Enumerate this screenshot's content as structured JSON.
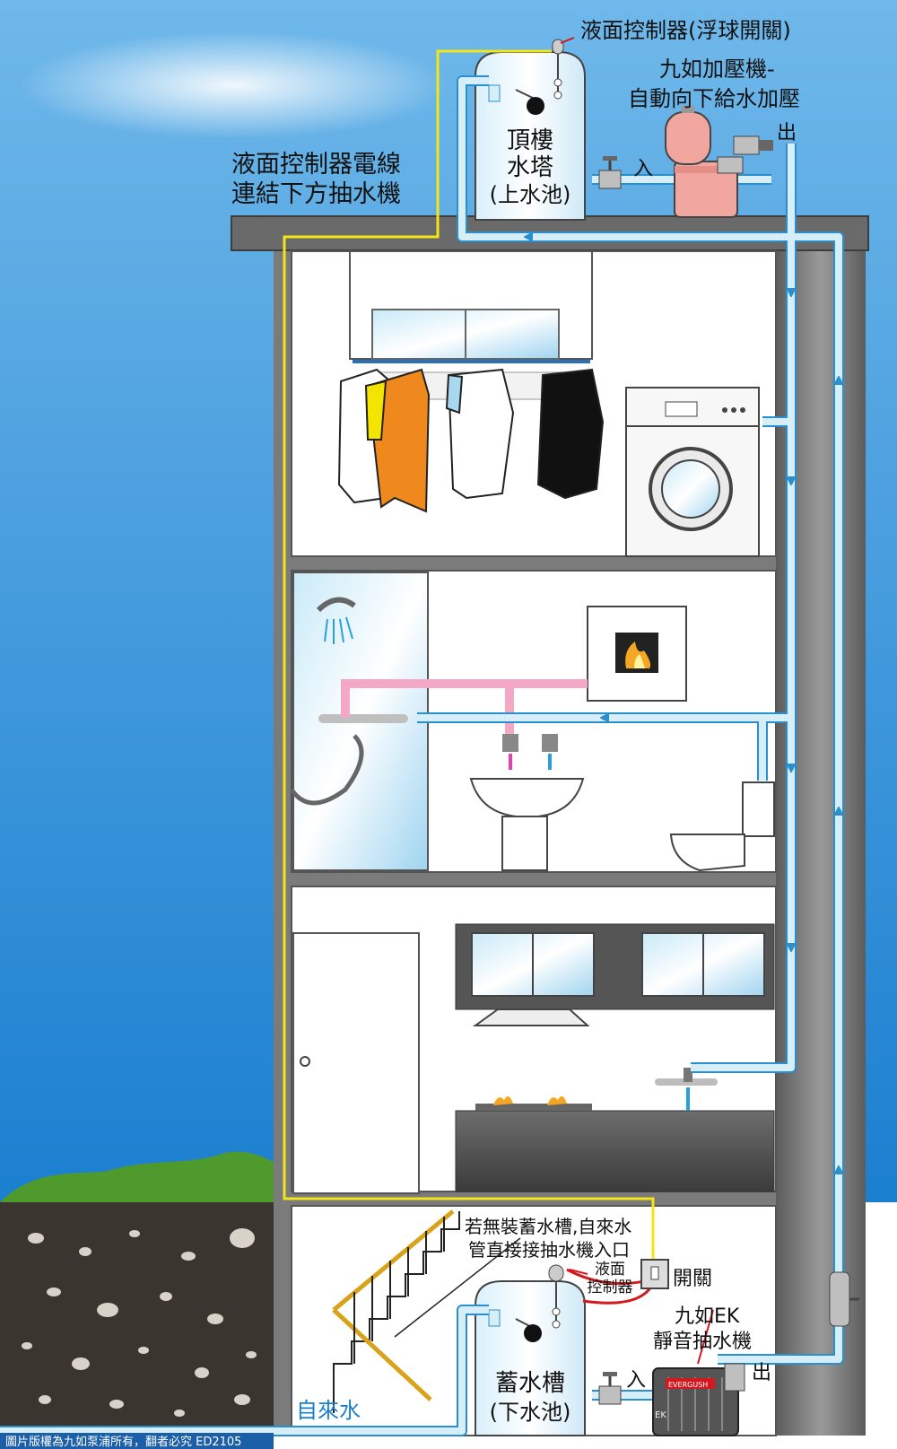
{
  "labels": {
    "top_controller": "液面控制器(浮球開關)",
    "booster_line1": "九如加壓機-",
    "booster_line2": "自動向下給水加壓",
    "wire_line1": "液面控制器電線",
    "wire_line2": "連結下方抽水機",
    "roof_tank_line1": "頂樓",
    "roof_tank_line2": "水塔",
    "roof_tank_line3": "(上水池)",
    "roof_in": "入",
    "roof_out": "出",
    "bypass_line1": "若無裝蓄水槽,自來水",
    "bypass_line2": "管直接接抽水機入口",
    "lower_controller_line1": "液面",
    "lower_controller_line2": "控制器",
    "switch": "開關",
    "pump_line1": "九如EK",
    "pump_line2": "靜音抽水機",
    "city_water": "自來水",
    "lower_tank_line1": "蓄水槽",
    "lower_tank_line2": "(下水池)",
    "ground_in": "入",
    "ground_out": "出",
    "pump_brand": "EVERGUSH",
    "pump_model": "EK",
    "credit": "圖片版權為九如泵浦所有，翻者必究  ED2105"
  },
  "colors": {
    "sky": "#4aa3df",
    "pipe_fill": "#d6eef8",
    "pipe_stroke": "#2b8fcf",
    "hot_pipe": "#f3a9c5",
    "wire": "#f2e51a",
    "wall": "#6e6e6e",
    "pump": "#f2a6a0"
  }
}
